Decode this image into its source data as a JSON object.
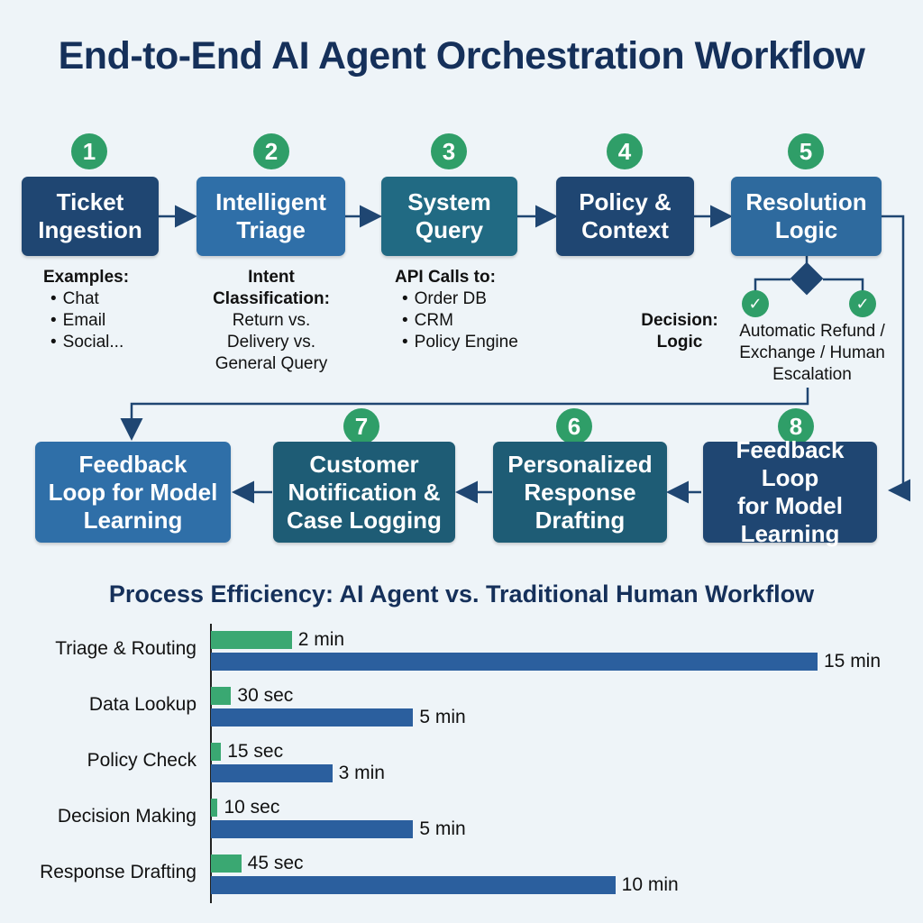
{
  "title": "End-to-End AI Agent Orchestration Workflow",
  "steps_top": [
    {
      "badge": "1",
      "line1": "Ticket",
      "line2": "Ingestion"
    },
    {
      "badge": "2",
      "line1": "Intelligent",
      "line2": "Triage"
    },
    {
      "badge": "3",
      "line1": "System",
      "line2": "Query"
    },
    {
      "badge": "4",
      "line1": "Policy &",
      "line2": "Context"
    },
    {
      "badge": "5",
      "line1": "Resolution",
      "line2": "Logic"
    }
  ],
  "steps_bottom": [
    {
      "badge": "",
      "line1": "Feedback",
      "line2": "Loop for Model",
      "line3": "Learning"
    },
    {
      "badge": "7",
      "line1": "Customer",
      "line2": "Notification &",
      "line3": "Case Logging"
    },
    {
      "badge": "6",
      "line1": "Personalized",
      "line2": "Response",
      "line3": "Drafting"
    },
    {
      "badge": "8",
      "line1": "Feedback Loop",
      "line2": "for Model",
      "line3": "Learning"
    }
  ],
  "desc1": {
    "heading": "Examples:",
    "items": [
      "Chat",
      "Email",
      "Social..."
    ]
  },
  "desc2": {
    "heading1": "Intent",
    "heading2": "Classification:",
    "lines": [
      "Return vs.",
      "Delivery vs.",
      "General Query"
    ]
  },
  "desc3": {
    "heading": "API Calls to:",
    "items": [
      "Order DB",
      "CRM",
      "Policy Engine"
    ]
  },
  "decision": {
    "label1": "Decision:",
    "label2": "Logic",
    "outcome_lines": [
      "Automatic Refund /",
      "Exchange / Human",
      "Escalation"
    ]
  },
  "chart_title": "Process Efficiency: AI Agent vs. Traditional Human Workflow",
  "chart_data": {
    "type": "bar",
    "orientation": "horizontal",
    "title": "Process Efficiency: AI Agent vs. Traditional Human Workflow",
    "categories": [
      "Triage & Routing",
      "Data Lookup",
      "Policy Check",
      "Decision Making",
      "Response Drafting"
    ],
    "unit": "minutes",
    "series": [
      {
        "values": [
          2,
          0.5,
          0.25,
          0.1667,
          0.75
        ],
        "labels": [
          "2 min",
          "30 sec",
          "15 sec",
          "10 sec",
          "45 sec"
        ],
        "color": "#3aa872"
      },
      {
        "values": [
          15,
          5,
          3,
          5,
          10
        ],
        "labels": [
          "15 min",
          "5 min",
          "3 min",
          "5 min",
          "10 min"
        ],
        "color": "#2b5f9e"
      }
    ],
    "xlim": [
      0,
      15
    ],
    "legend": "none",
    "grid": false
  },
  "colors": {
    "badge": "#2f9e68",
    "navy": "#1f4672",
    "blue": "#2f6fa8",
    "teal": "#216a83",
    "arrow": "#1f4672"
  }
}
